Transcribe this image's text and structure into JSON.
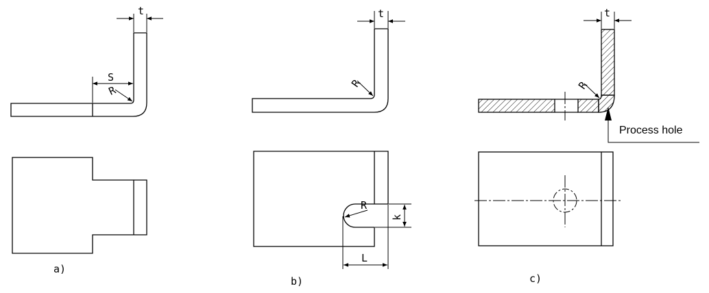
{
  "figure_a": {
    "caption": "a)",
    "dim_thickness": "t",
    "dim_distance": "S",
    "dim_radius": "R"
  },
  "figure_b": {
    "caption": "b)",
    "dim_thickness": "t",
    "dim_radius_top": "R",
    "dim_radius_relief": "R",
    "dim_length": "L",
    "dim_depth": "k"
  },
  "figure_c": {
    "caption": "c)",
    "dim_thickness": "t",
    "dim_radius": "R",
    "callout": "Process hole"
  }
}
